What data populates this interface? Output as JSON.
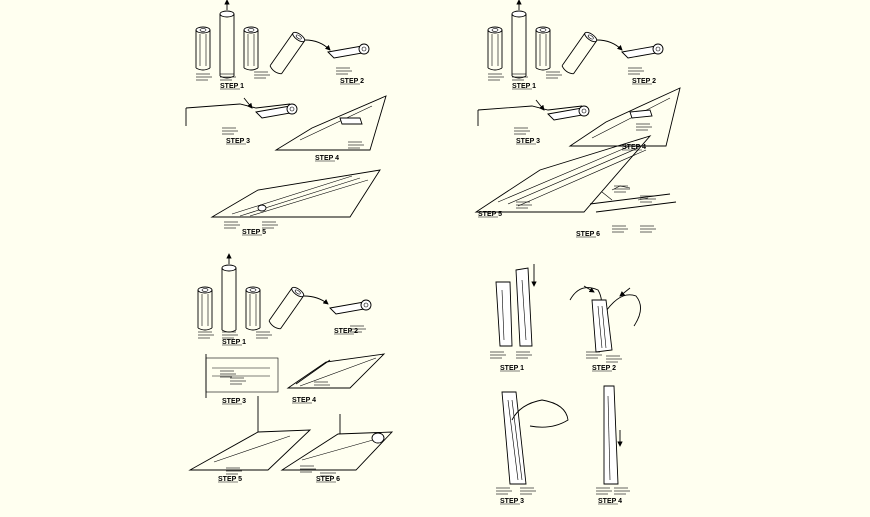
{
  "quadrants": [
    {
      "id": "top-left",
      "steps": [
        {
          "key": "s1",
          "label": "STEP 1"
        },
        {
          "key": "s2",
          "label": "STEP 2"
        },
        {
          "key": "s3",
          "label": "STEP 3"
        },
        {
          "key": "s4",
          "label": "STEP 4"
        },
        {
          "key": "s5",
          "label": "STEP 5"
        }
      ]
    },
    {
      "id": "top-right",
      "steps": [
        {
          "key": "s1",
          "label": "STEP 1"
        },
        {
          "key": "s2",
          "label": "STEP 2"
        },
        {
          "key": "s3",
          "label": "STEP 3"
        },
        {
          "key": "s4",
          "label": "STEP 4"
        },
        {
          "key": "s5",
          "label": "STEP 5"
        },
        {
          "key": "s6",
          "label": "STEP 6"
        }
      ]
    },
    {
      "id": "bottom-left",
      "steps": [
        {
          "key": "s1",
          "label": "STEP 1"
        },
        {
          "key": "s2",
          "label": "STEP 2"
        },
        {
          "key": "s3",
          "label": "STEP 3"
        },
        {
          "key": "s4",
          "label": "STEP 4"
        },
        {
          "key": "s5",
          "label": "STEP 5"
        },
        {
          "key": "s6",
          "label": "STEP 6"
        }
      ]
    },
    {
      "id": "bottom-right",
      "steps": [
        {
          "key": "s1",
          "label": "STEP 1"
        },
        {
          "key": "s2",
          "label": "STEP 2"
        },
        {
          "key": "s3",
          "label": "STEP 3"
        },
        {
          "key": "s4",
          "label": "STEP 4"
        }
      ]
    }
  ]
}
